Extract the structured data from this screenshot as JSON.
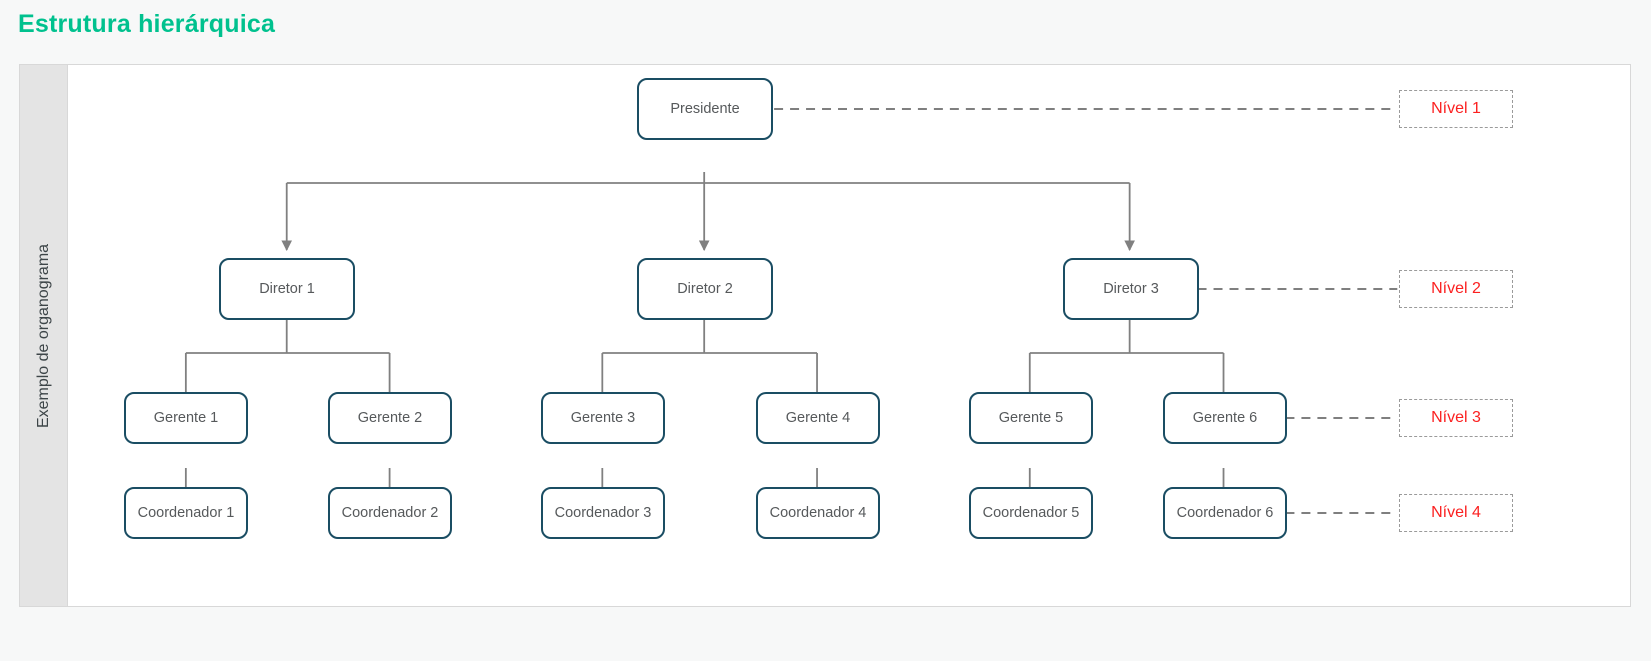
{
  "page": {
    "title": "Estrutura hierárquica",
    "title_color": "#00c18e",
    "background": "#f7f8f8"
  },
  "card": {
    "sidebar_label": "Exemplo de organograma",
    "sidebar_background": "#e4e4e4",
    "border_color": "#d8d8d8",
    "canvas_background": "#ffffff"
  },
  "theme": {
    "node_border": "#1a4d63",
    "node_text": "#56595b",
    "connector": "#808080",
    "level_tag_text": "#fb2020",
    "level_tag_border": "#9a9a9a"
  },
  "chart_data": {
    "type": "diagram",
    "diagram_type": "organizational-chart",
    "title": "Estrutura hierárquica",
    "caption": "Exemplo de organograma",
    "levels": [
      {
        "index": 1,
        "tag": "Nível 1",
        "nodes": [
          "Presidente"
        ]
      },
      {
        "index": 2,
        "tag": "Nível 2",
        "nodes": [
          "Diretor 1",
          "Diretor 2",
          "Diretor 3"
        ]
      },
      {
        "index": 3,
        "tag": "Nível 3",
        "nodes": [
          "Gerente 1",
          "Gerente 2",
          "Gerente 3",
          "Gerente 4",
          "Gerente 5",
          "Gerente 6"
        ]
      },
      {
        "index": 4,
        "tag": "Nível 4",
        "nodes": [
          "Coordenador 1",
          "Coordenador 2",
          "Coordenador 3",
          "Coordenador 4",
          "Coordenador 5",
          "Coordenador 6"
        ]
      }
    ],
    "edges": [
      {
        "from": "Presidente",
        "to": "Diretor 1"
      },
      {
        "from": "Presidente",
        "to": "Diretor 2"
      },
      {
        "from": "Presidente",
        "to": "Diretor 3"
      },
      {
        "from": "Diretor 1",
        "to": "Gerente 1"
      },
      {
        "from": "Diretor 1",
        "to": "Gerente 2"
      },
      {
        "from": "Diretor 2",
        "to": "Gerente 3"
      },
      {
        "from": "Diretor 2",
        "to": "Gerente 4"
      },
      {
        "from": "Diretor 3",
        "to": "Gerente 5"
      },
      {
        "from": "Diretor 3",
        "to": "Gerente 6"
      },
      {
        "from": "Gerente 1",
        "to": "Coordenador 1"
      },
      {
        "from": "Gerente 2",
        "to": "Coordenador 2"
      },
      {
        "from": "Gerente 3",
        "to": "Coordenador 3"
      },
      {
        "from": "Gerente 4",
        "to": "Coordenador 4"
      },
      {
        "from": "Gerente 5",
        "to": "Coordenador 5"
      },
      {
        "from": "Gerente 6",
        "to": "Coordenador 6"
      }
    ],
    "level_tag_links": [
      {
        "tag": "Nível 1",
        "anchor": "Presidente"
      },
      {
        "tag": "Nível 2",
        "anchor": "Diretor 3"
      },
      {
        "tag": "Nível 3",
        "anchor": "Gerente 6"
      },
      {
        "tag": "Nível 4",
        "anchor": "Coordenador 6"
      }
    ]
  },
  "nodes": {
    "presidente": "Presidente",
    "diretor_1": "Diretor 1",
    "diretor_2": "Diretor 2",
    "diretor_3": "Diretor 3",
    "gerente_1": "Gerente 1",
    "gerente_2": "Gerente 2",
    "gerente_3": "Gerente 3",
    "gerente_4": "Gerente 4",
    "gerente_5": "Gerente 5",
    "gerente_6": "Gerente 6",
    "coordenador_1": "Coordenador 1",
    "coordenador_2": "Coordenador 2",
    "coordenador_3": "Coordenador 3",
    "coordenador_4": "Coordenador 4",
    "coordenador_5": "Coordenador 5",
    "coordenador_6": "Coordenador 6"
  },
  "level_tags": {
    "nivel_1": "Nível 1",
    "nivel_2": "Nível 2",
    "nivel_3": "Nível 3",
    "nivel_4": "Nível 4"
  }
}
